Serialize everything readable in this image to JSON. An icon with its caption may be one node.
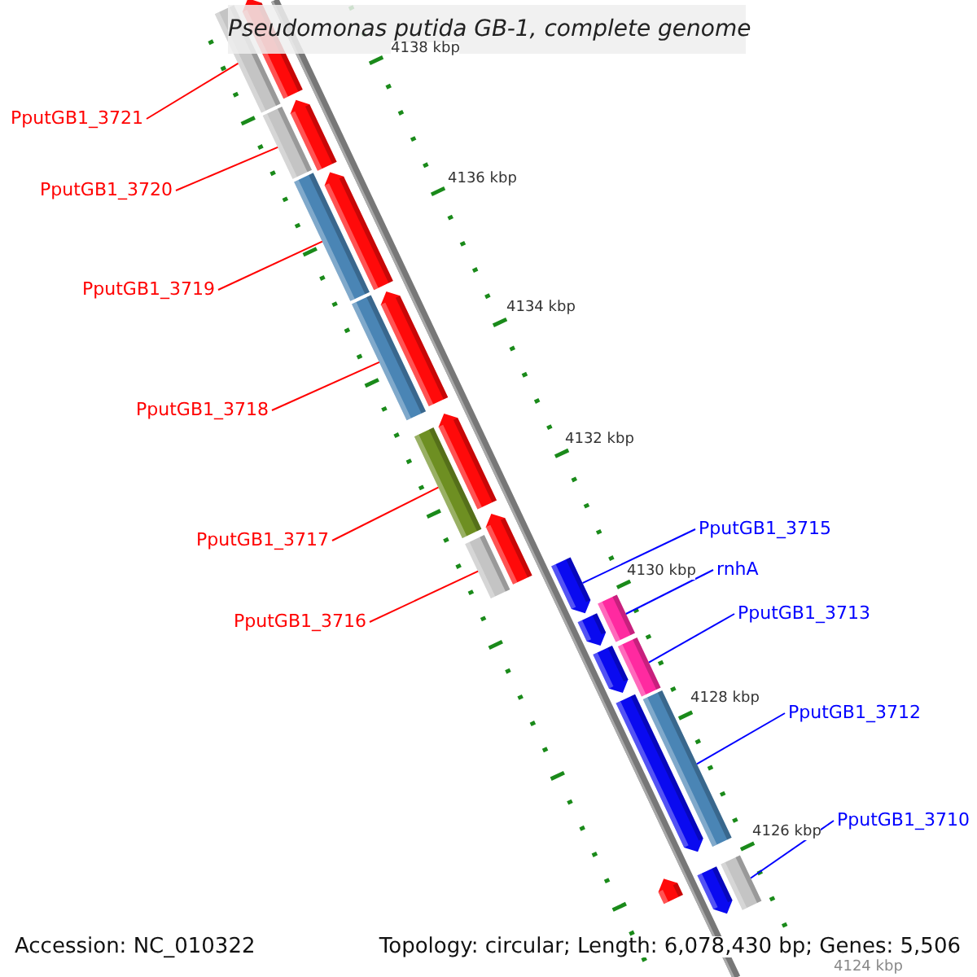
{
  "diagram": {
    "title": "Pseudomonas putida GB-1, complete genome",
    "nodes": [
      {
        "text": [
          "PputGB1_3721"
        ]
      },
      {
        "text": [
          "PputGB1_3720"
        ]
      },
      {
        "text": [
          "PputGB1_3719"
        ]
      },
      {
        "text": [
          "PputGB1_3718"
        ]
      },
      {
        "text": [
          "PputGB1_3717"
        ]
      },
      {
        "text": [
          "PputGB1_3716"
        ]
      },
      {
        "text": [
          "PputGB1_3715"
        ]
      },
      {
        "text": [
          "rnhA"
        ]
      },
      {
        "text": [
          "PputGB1_3713"
        ]
      },
      {
        "text": [
          "PputGB1_3712"
        ]
      },
      {
        "text": [
          "PputGB1_3710"
        ]
      },
      {
        "text": [],
        "shape": "bar"
      },
      {
        "text": [],
        "shape": "bar"
      },
      {
        "text": [],
        "shape": "bar"
      },
      {
        "text": [],
        "shape": "bar"
      },
      {
        "text": [],
        "shape": "bar"
      },
      {
        "text": [],
        "shape": "bar"
      },
      {
        "text": [],
        "shape": "bar"
      },
      {
        "text": [],
        "shape": "bar"
      },
      {
        "text": [],
        "shape": "bar"
      },
      {
        "text": [],
        "shape": "bar"
      },
      {
        "text": [],
        "shape": "bar"
      }
    ],
    "edges": [
      {
        "from": 0,
        "to": 11,
        "arrow": "none"
      },
      {
        "from": 1,
        "to": 12,
        "arrow": "none"
      },
      {
        "from": 2,
        "to": 13,
        "arrow": "none"
      },
      {
        "from": 3,
        "to": 14,
        "arrow": "none"
      },
      {
        "from": 4,
        "to": 15,
        "arrow": "none"
      },
      {
        "from": 5,
        "to": 16,
        "arrow": "none"
      },
      {
        "from": 6,
        "to": 17,
        "arrow": "none",
        "color": "#0000ff"
      },
      {
        "from": 7,
        "to": 18,
        "arrow": "none",
        "color": "#0000ff"
      },
      {
        "from": 8,
        "to": 19,
        "arrow": "none",
        "color": "#0000ff"
      },
      {
        "from": 9,
        "to": 20,
        "arrow": "none",
        "color": "#0000ff"
      },
      {
        "from": 10,
        "to": 21,
        "arrow": "none",
        "color": "#0000ff"
      }
    ],
    "labels": [
      "4138 kbp",
      "4136 kbp",
      "4134 kbp",
      "4132 kbp",
      "4130 kbp",
      "4128 kbp",
      "4126 kbp",
      "4124 kbp",
      "Accession: NC_010322",
      "Topology: circular; Length: 6,078,430 bp; Genes: 5,506"
    ]
  }
}
